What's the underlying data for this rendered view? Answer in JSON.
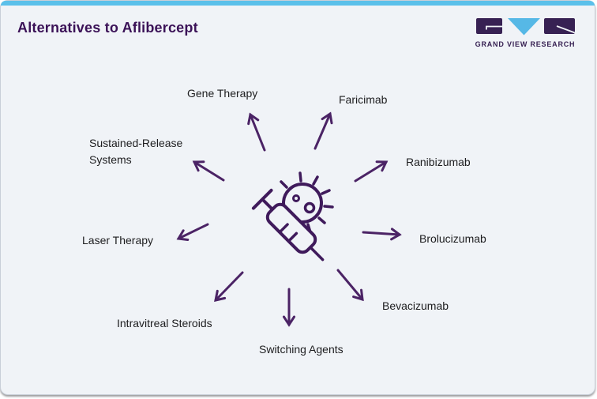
{
  "header": {
    "title": "Alternatives to Aflibercept",
    "brand": "GRAND VIEW RESEARCH"
  },
  "diagram": {
    "center_icon": "syringe-and-virus-icon",
    "alternatives": [
      "Gene Therapy",
      "Faricimab",
      "Ranibizumab",
      "Brolucizumab",
      "Bevacizumab",
      "Switching Agents",
      "Intravitreal Steroids",
      "Laser Therapy",
      "Sustained-Release Systems"
    ]
  },
  "colors": {
    "title_purple": "#3b1257",
    "arrow_purple": "#4b2365",
    "icon_purple": "#3f1a5b",
    "top_bar_blue": "#5bc0ea",
    "logo_blue": "#56b8e6",
    "logo_purple": "#372153",
    "card_background": "#f0f3f7",
    "label_text": "#1d1d1f"
  }
}
